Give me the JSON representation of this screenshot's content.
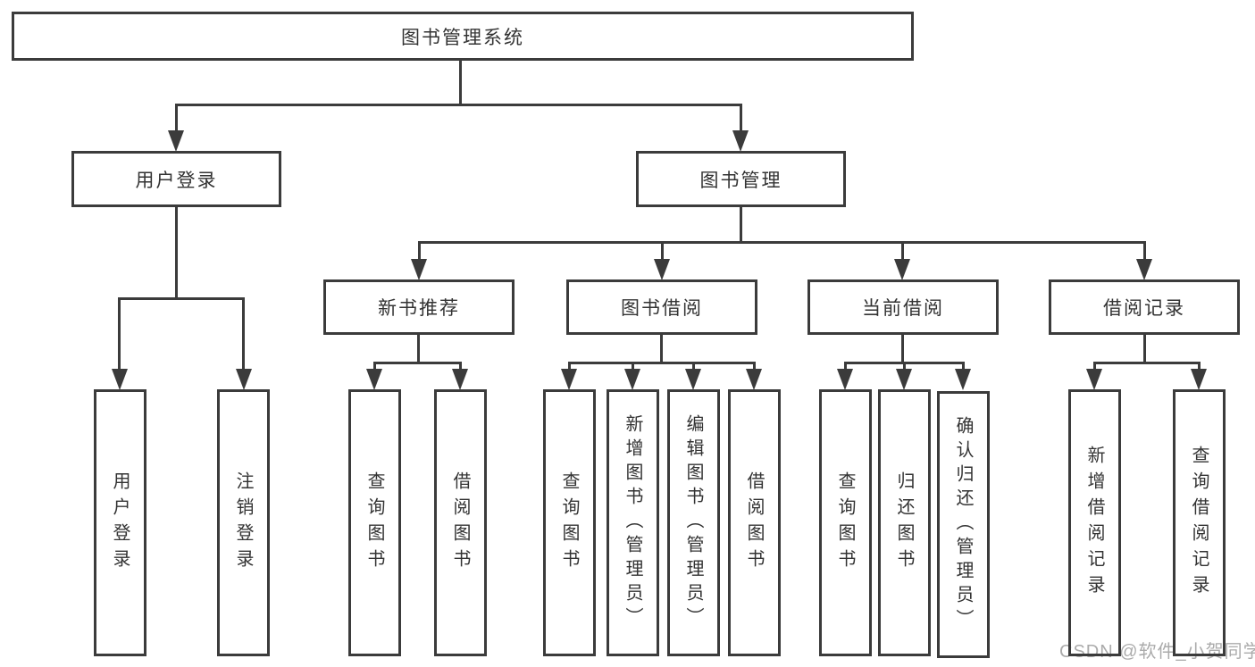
{
  "watermark": "CSDN @软件_小贺同学",
  "colors": {
    "line": "#3b3b3b",
    "box_border": "#3b3b3b",
    "text": "#333333",
    "background": "#ffffff",
    "watermark": "#ababab"
  },
  "tree": {
    "label": "图书管理系统",
    "children": [
      {
        "label": "用户登录",
        "children": [
          {
            "label": "用户登录"
          },
          {
            "label": "注销登录"
          }
        ]
      },
      {
        "label": "图书管理",
        "children": [
          {
            "label": "新书推荐",
            "children": [
              {
                "label": "查询图书"
              },
              {
                "label": "借阅图书"
              }
            ]
          },
          {
            "label": "图书借阅",
            "children": [
              {
                "label": "查询图书"
              },
              {
                "label": "新增图书（管理员）"
              },
              {
                "label": "编辑图书（管理员）"
              },
              {
                "label": "借阅图书"
              }
            ]
          },
          {
            "label": "当前借阅",
            "children": [
              {
                "label": "查询图书"
              },
              {
                "label": "归还图书"
              },
              {
                "label": "确认归还（管理员）"
              }
            ]
          },
          {
            "label": "借阅记录",
            "children": [
              {
                "label": "新增借阅记录"
              },
              {
                "label": "查询借阅记录"
              }
            ]
          }
        ]
      }
    ]
  }
}
